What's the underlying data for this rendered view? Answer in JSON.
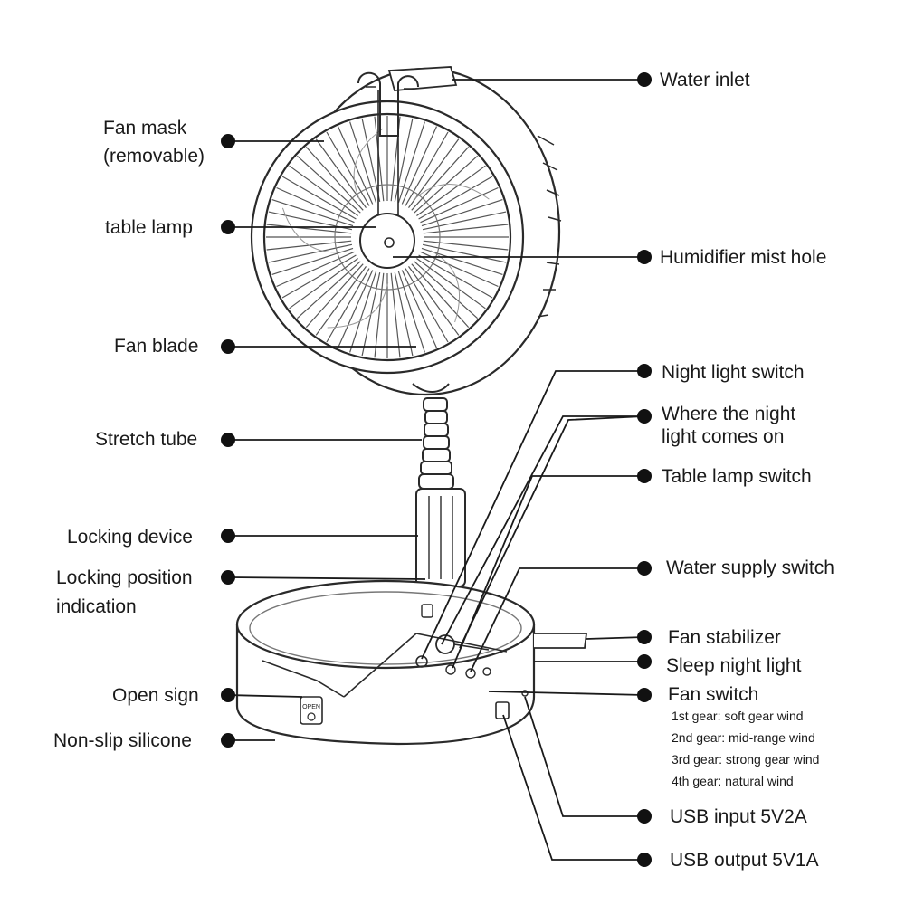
{
  "diagram": {
    "labels_left": {
      "fan_mask_line1": "Fan mask",
      "fan_mask_line2": "(removable)",
      "table_lamp": "table lamp",
      "fan_blade": "Fan blade",
      "stretch_tube": "Stretch tube",
      "locking_device": "Locking device",
      "locking_position_line1": "Locking position",
      "locking_position_line2": "indication",
      "open_sign": "Open sign",
      "non_slip_silicone": "Non-slip silicone"
    },
    "labels_right": {
      "water_inlet": "Water inlet",
      "humidifier_mist_hole": "Humidifier mist hole",
      "night_light_switch": "Night light switch",
      "night_light_on_line1": "Where the night",
      "night_light_on_line2": "light comes on",
      "table_lamp_switch": "Table lamp switch",
      "water_supply_switch": "Water supply switch",
      "fan_stabilizer": "Fan stabilizer",
      "sleep_night_light": "Sleep night light",
      "fan_switch": "Fan switch",
      "gear_1": "1st gear: soft gear wind",
      "gear_2": "2nd gear: mid-range wind",
      "gear_3": "3rd gear: strong gear wind",
      "gear_4": "4th gear: natural wind",
      "usb_input": "USB input 5V2A",
      "usb_output": "USB output 5V1A"
    },
    "base_sign_text": "OPEN"
  }
}
